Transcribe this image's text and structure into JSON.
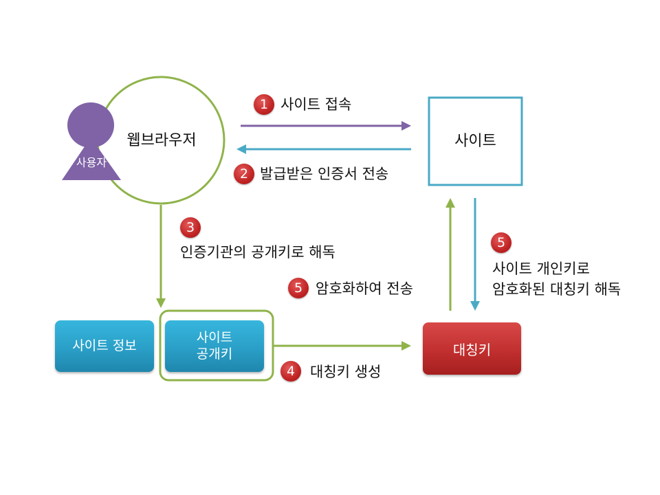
{
  "colors": {
    "purple": "#7f63a6",
    "green": "#8fb34a",
    "teal": "#4aaac6",
    "red": "#c12f2f",
    "blue_box": "#2a9fc7"
  },
  "user": {
    "label": "사용자",
    "icon": "person-icon"
  },
  "browser": {
    "label": "웹브라우저"
  },
  "site": {
    "label": "사이트"
  },
  "steps": {
    "s1": {
      "num": "1",
      "text": "사이트 접속"
    },
    "s2": {
      "num": "2",
      "text": "발급받은 인증서 전송"
    },
    "s3": {
      "num": "3",
      "text": "인증기관의 공개키로 해독"
    },
    "s4": {
      "num": "4",
      "text": "대칭키 생성"
    },
    "s5a": {
      "num": "5",
      "text": "암호화하여 전송"
    },
    "s5b": {
      "num": "5",
      "line1": "사이트 개인키로",
      "line2": "암호화된 대칭키 해독"
    }
  },
  "boxes": {
    "site_info": "사이트 정보",
    "public_key": {
      "line1": "사이트",
      "line2": "공개키"
    },
    "symmetric_key": "대칭키"
  }
}
